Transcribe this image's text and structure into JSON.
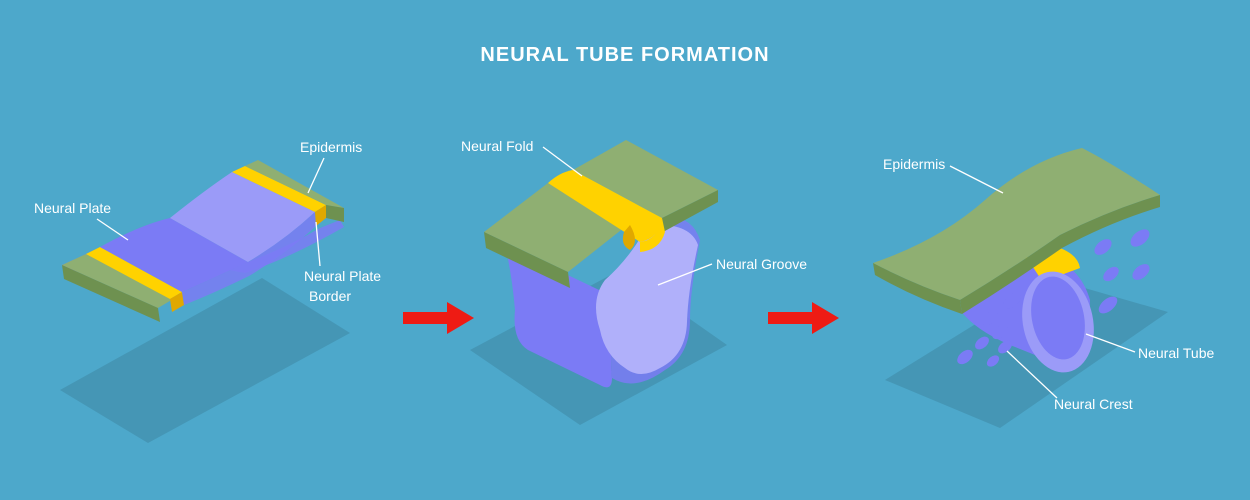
{
  "title": "NEURAL  TUBE  FORMATION",
  "colors": {
    "background": "#4DA8CB",
    "shadow": "#4596B5",
    "epidermis": "#8FAF72",
    "epidermis_dark": "#6E9150",
    "neural_plate": "#7B7BF5",
    "neural_plate_light": "#9B9BF8",
    "neural_groove": "#B0B0FA",
    "border": "#FFD200",
    "border_dark": "#E0A800",
    "arrow": "#EE1B14"
  },
  "stages": [
    {
      "name": "stage-1-neural-plate",
      "labels": {
        "epidermis": "Epidermis",
        "neural_plate": "Neural Plate",
        "border_line1": "Neural Plate",
        "border_line2": "Border"
      }
    },
    {
      "name": "stage-2-neural-groove",
      "labels": {
        "neural_fold": "Neural Fold",
        "neural_groove": "Neural Groove"
      }
    },
    {
      "name": "stage-3-neural-tube",
      "labels": {
        "epidermis": "Epidermis",
        "neural_tube": "Neural Tube",
        "neural_crest": "Neural Crest"
      }
    }
  ],
  "arrows": [
    "arrow-right-icon",
    "arrow-right-icon"
  ]
}
